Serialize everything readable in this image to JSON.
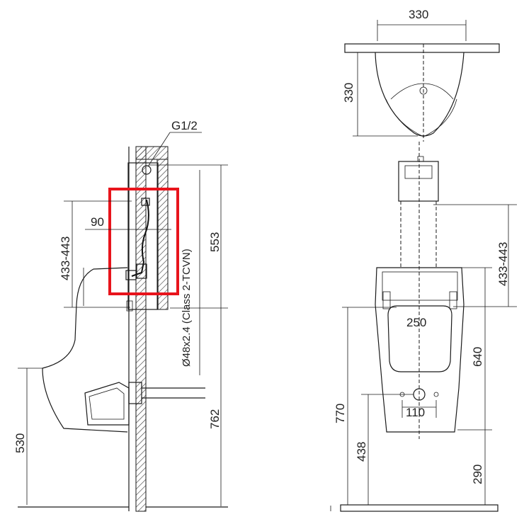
{
  "dimensions": {
    "top_width": "330",
    "top_depth": "330",
    "thread": "G1/2",
    "offset_90": "90",
    "bracket_height": "433-443",
    "valve_height": "553",
    "pipe_spec": "Ø48x2.4 (Class 2-TCVN)",
    "overall_height_side": "530",
    "rim_side": "762",
    "front_bracket": "433-443",
    "inner_width": "250",
    "body_height": "640",
    "outlet_spacing": "110",
    "overall_front": "770",
    "outlet_height": "438",
    "floor_outlet": "290"
  },
  "highlight": {
    "color": "#e8141c"
  }
}
